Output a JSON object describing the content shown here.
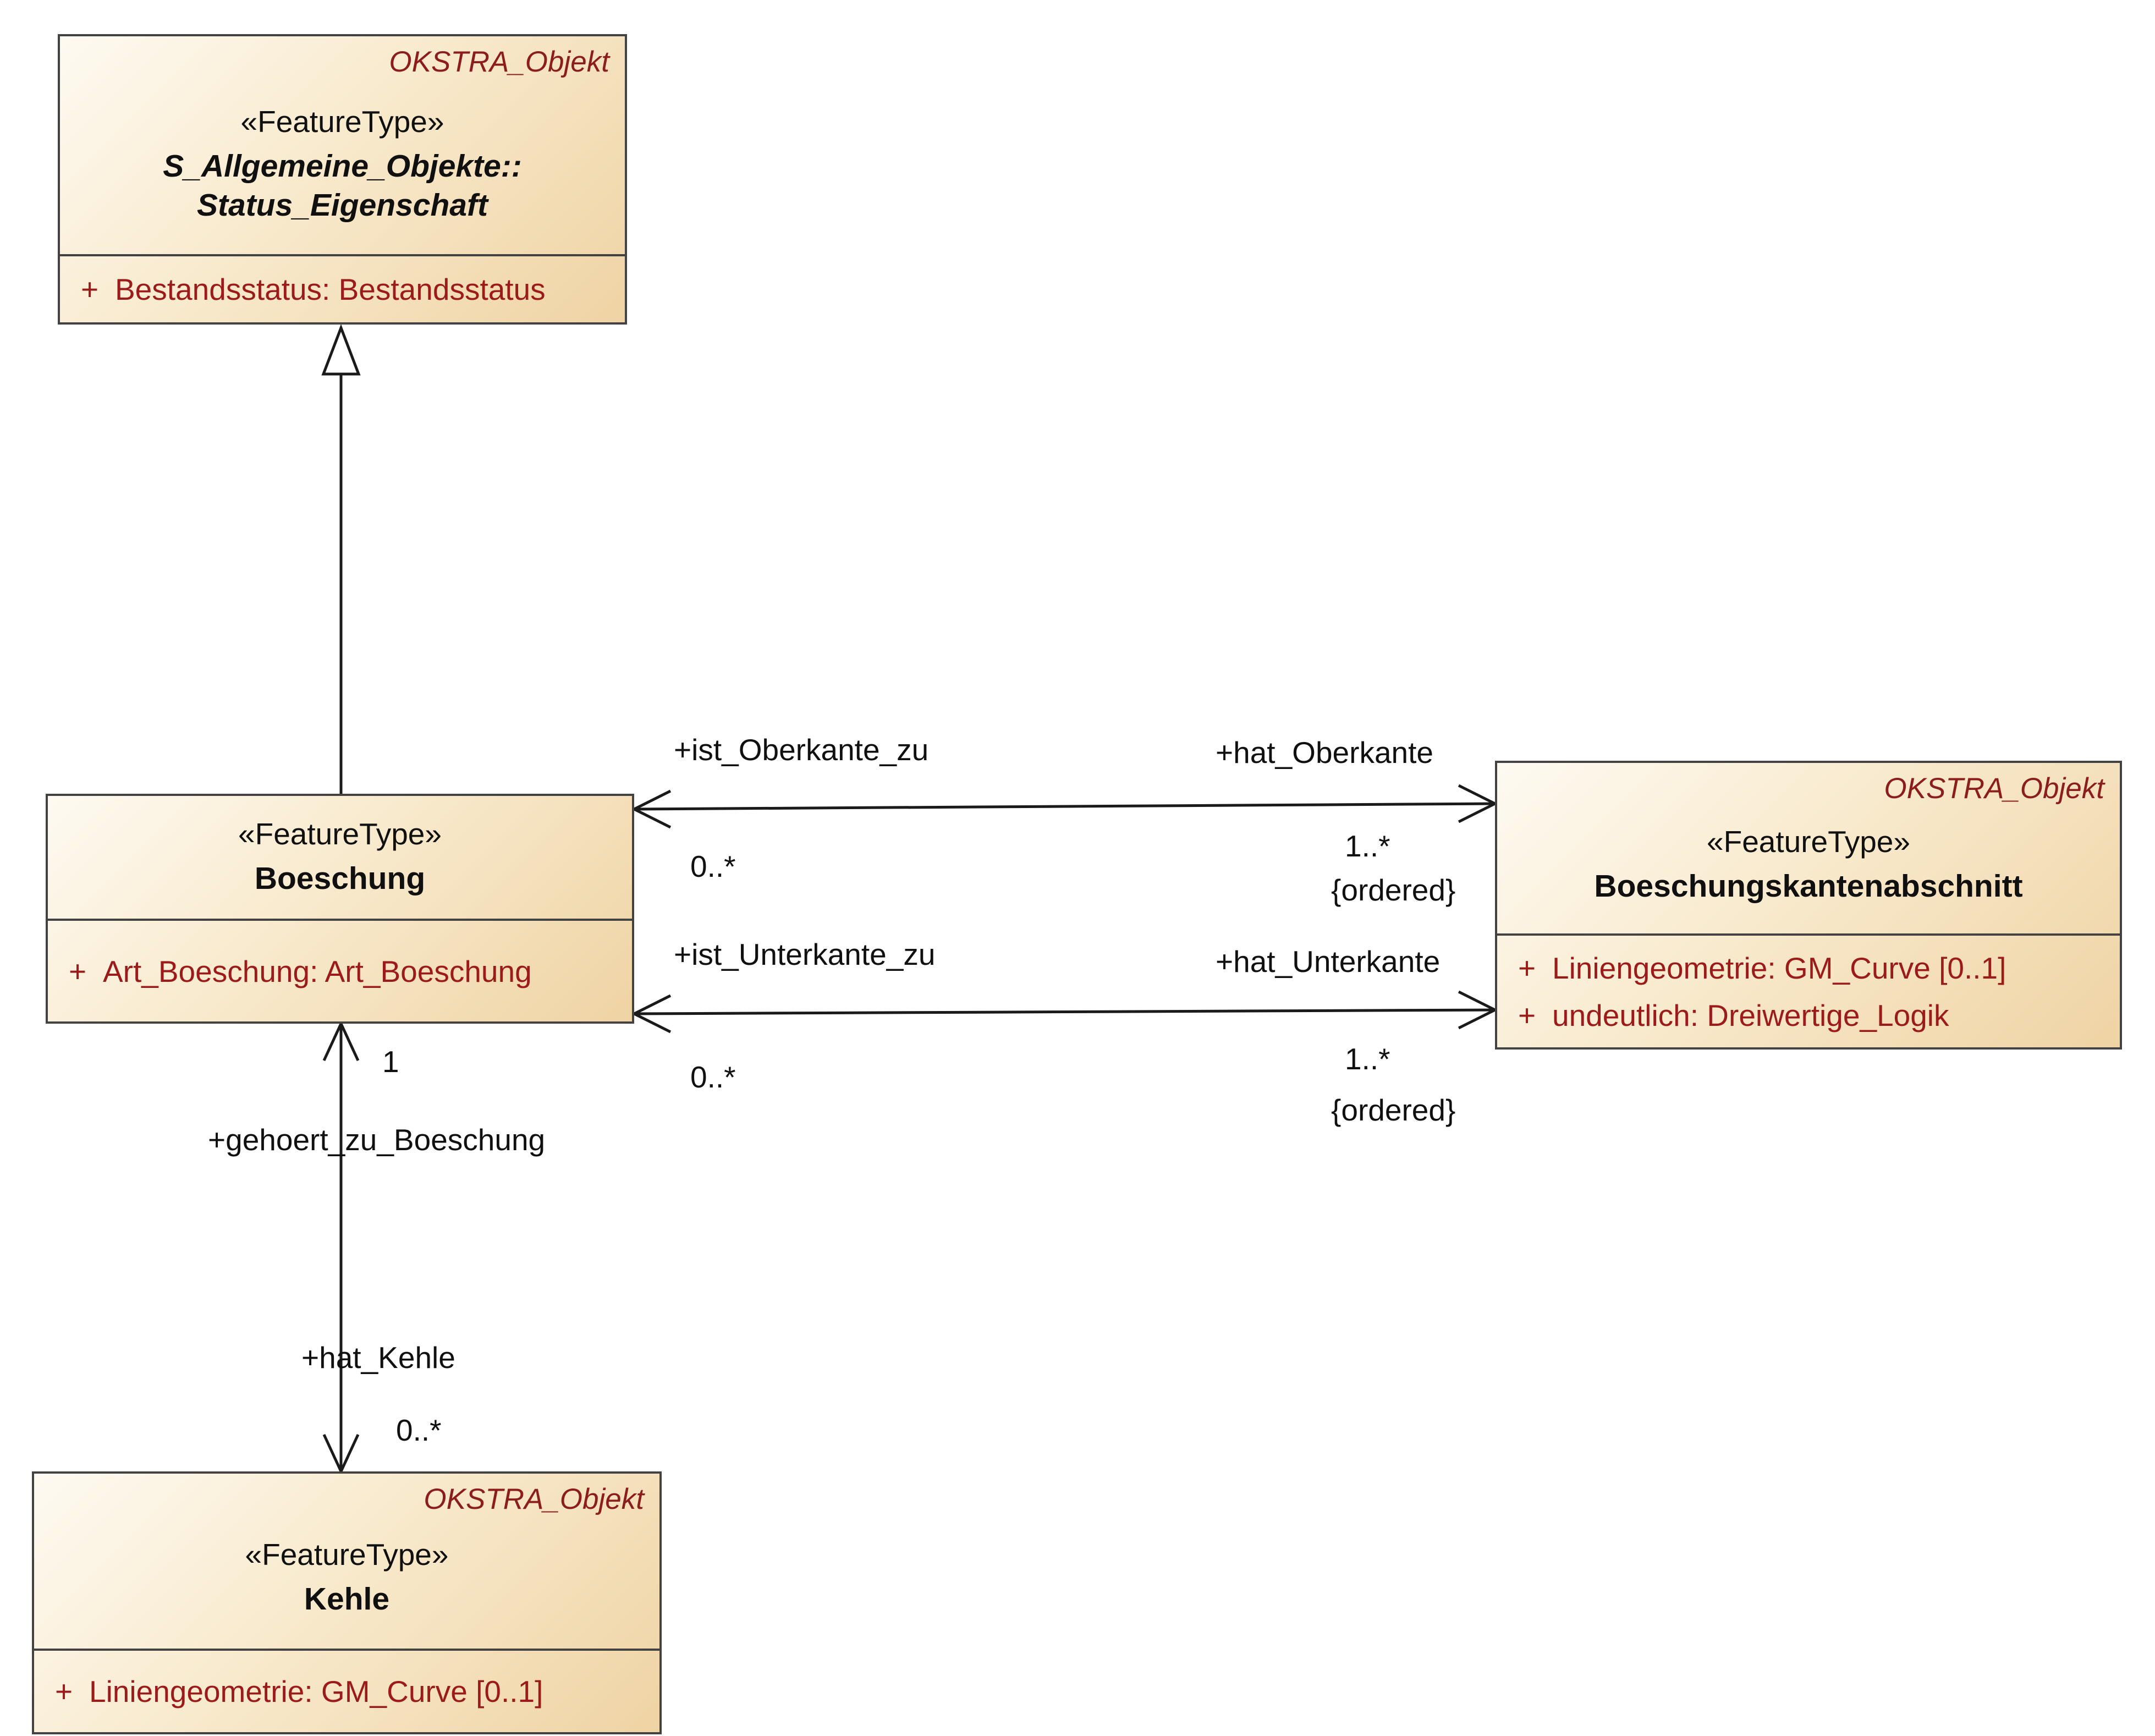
{
  "colors": {
    "box_fill_light": "#FEFAF2",
    "box_fill_dark": "#EFD3A4",
    "box_border": "#424242",
    "attribute_text": "#9B1A1A",
    "package_text": "#8B1D1D",
    "line_color": "#1A1A1A",
    "background": "#FFFFFF"
  },
  "classes": {
    "status_eigenschaft": {
      "package": "OKSTRA_Objekt",
      "stereotype": "«FeatureType»",
      "name_line1": "S_Allgemeine_Objekte::",
      "name_line2": "Status_Eigenschaft",
      "attributes": [
        {
          "vis": "+",
          "text": "Bestandsstatus: Bestandsstatus"
        }
      ]
    },
    "boeschung": {
      "stereotype": "«FeatureType»",
      "name": "Boeschung",
      "attributes": [
        {
          "vis": "+",
          "text": "Art_Boeschung: Art_Boeschung"
        }
      ]
    },
    "boeschungskantenabschnitt": {
      "package": "OKSTRA_Objekt",
      "stereotype": "«FeatureType»",
      "name": "Boeschungskantenabschnitt",
      "attributes": [
        {
          "vis": "+",
          "text": "Liniengeometrie: GM_Curve [0..1]"
        },
        {
          "vis": "+",
          "text": "undeutlich: Dreiwertige_Logik"
        }
      ]
    },
    "kehle": {
      "package": "OKSTRA_Objekt",
      "stereotype": "«FeatureType»",
      "name": "Kehle",
      "attributes": [
        {
          "vis": "+",
          "text": "Liniengeometrie: GM_Curve [0..1]"
        }
      ]
    }
  },
  "associations": {
    "oberkante": {
      "role_left": "+ist_Oberkante_zu",
      "role_right": "+hat_Oberkante",
      "mult_left": "0..*",
      "mult_right": "1..*",
      "constraint_right": "{ordered}"
    },
    "unterkante": {
      "role_left": "+ist_Unterkante_zu",
      "role_right": "+hat_Unterkante",
      "mult_left": "0..*",
      "mult_right": "1..*",
      "constraint_right": "{ordered}"
    },
    "kehle": {
      "role_top": "+gehoert_zu_Boeschung",
      "role_bottom": "+hat_Kehle",
      "mult_top": "1",
      "mult_bottom": "0..*"
    }
  }
}
